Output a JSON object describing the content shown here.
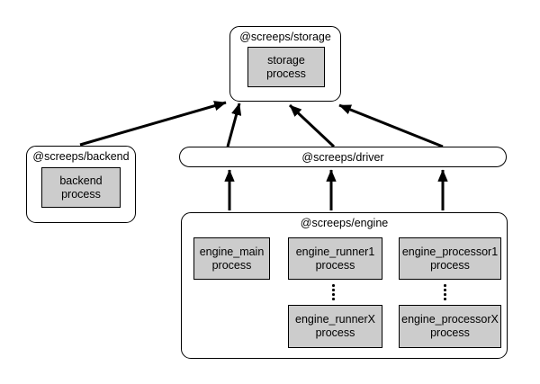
{
  "nodes": {
    "storage": {
      "title": "@screeps/storage",
      "process": "storage\nprocess"
    },
    "backend": {
      "title": "@screeps/backend",
      "process": "backend\nprocess"
    },
    "driver": {
      "title": "@screeps/driver"
    },
    "engine": {
      "title": "@screeps/engine",
      "main": "engine_main\nprocess",
      "runner1": "engine_runner1\nprocess",
      "processor1": "engine_processor1\nprocess",
      "runnerX": "engine_runnerX\nprocess",
      "processorX": "engine_processorX\nprocess"
    }
  },
  "edges": [
    {
      "from": "@screeps/backend",
      "to": "@screeps/storage"
    },
    {
      "from": "@screeps/driver",
      "to": "@screeps/storage",
      "count": 3
    },
    {
      "from": "@screeps/engine",
      "to": "@screeps/driver",
      "count": 3
    }
  ],
  "colors": {
    "process_fill": "#cccccc",
    "node_fill": "#ffffff",
    "line": "#000000",
    "background": "#ffffff"
  }
}
